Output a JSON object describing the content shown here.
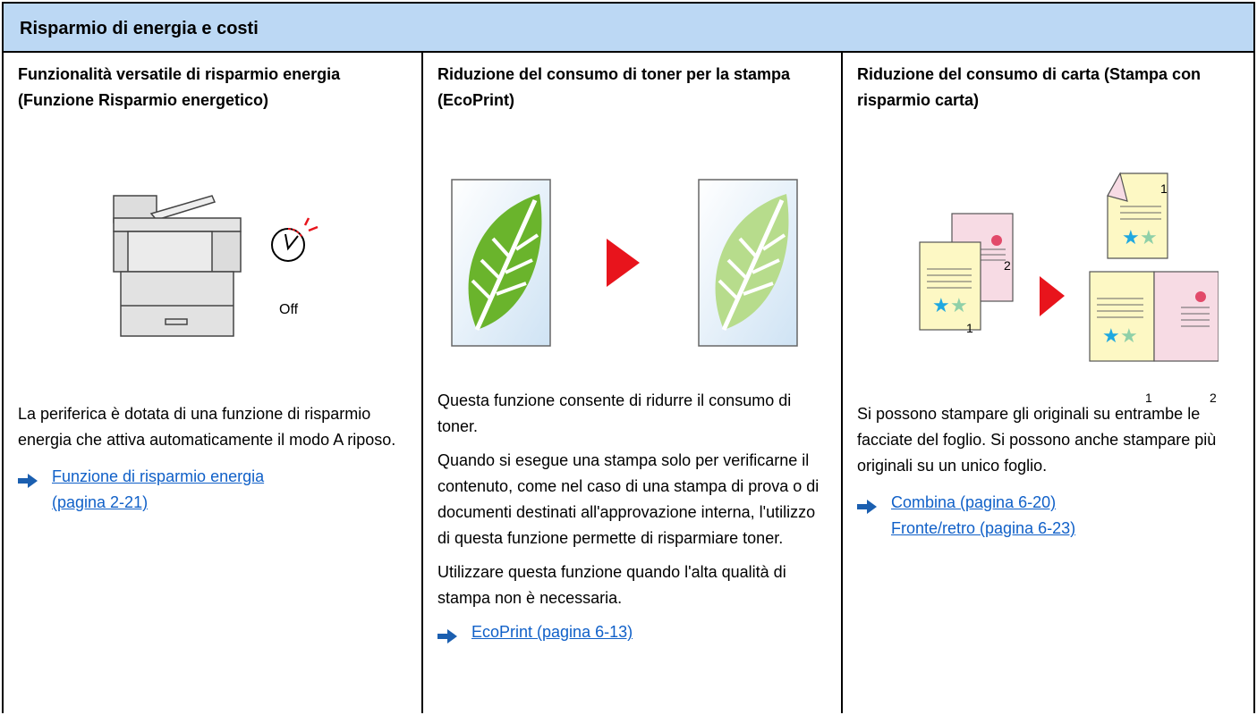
{
  "header": {
    "title": "Risparmio di energia e costi"
  },
  "columns": [
    {
      "title": "Funzionalità versatile di risparmio energia (Funzione Risparmio energetico)",
      "illustration": {
        "icon": "printer-sleep-timer-icon",
        "off_label": "Off"
      },
      "paragraphs": [
        "La periferica è dotata di una funzione di risparmio energia che attiva automaticamente il modo A riposo."
      ],
      "links": [
        "Funzione di risparmio energia (pagina 2-21)"
      ]
    },
    {
      "title": "Riduzione del consumo di toner per la stampa (EcoPrint)",
      "illustration": {
        "icon": "leaf-ecoprint-icon"
      },
      "paragraphs": [
        "Questa funzione consente di ridurre il consumo di toner.",
        "Quando si esegue una stampa solo per verificarne il contenuto, come nel caso di una stampa di prova o di documenti destinati all'approvazione interna, l'utilizzo di questa funzione permette di risparmiare toner.",
        "Utilizzare questa funzione quando l'alta qualità di stampa non è necessaria."
      ],
      "links": [
        "EcoPrint (pagina 6-13)"
      ]
    },
    {
      "title": "Riduzione del consumo di carta (Stampa con risparmio carta)",
      "illustration": {
        "icon": "duplex-combine-pages-icon",
        "page_numbers": [
          "1",
          "2"
        ]
      },
      "paragraphs": [
        "Si possono stampare gli originali su entrambe le facciate del foglio. Si possono anche stampare più originali su un unico foglio."
      ],
      "links": [
        "Combina (pagina 6-20)",
        "Fronte/retro (pagina 6-23)"
      ]
    }
  ],
  "colors": {
    "header_bg": "#bcd8f4",
    "link": "#1060c8",
    "arrow": "#1b5fb0",
    "red_arrow": "#e8141c",
    "leaf": "#6ab42c"
  }
}
